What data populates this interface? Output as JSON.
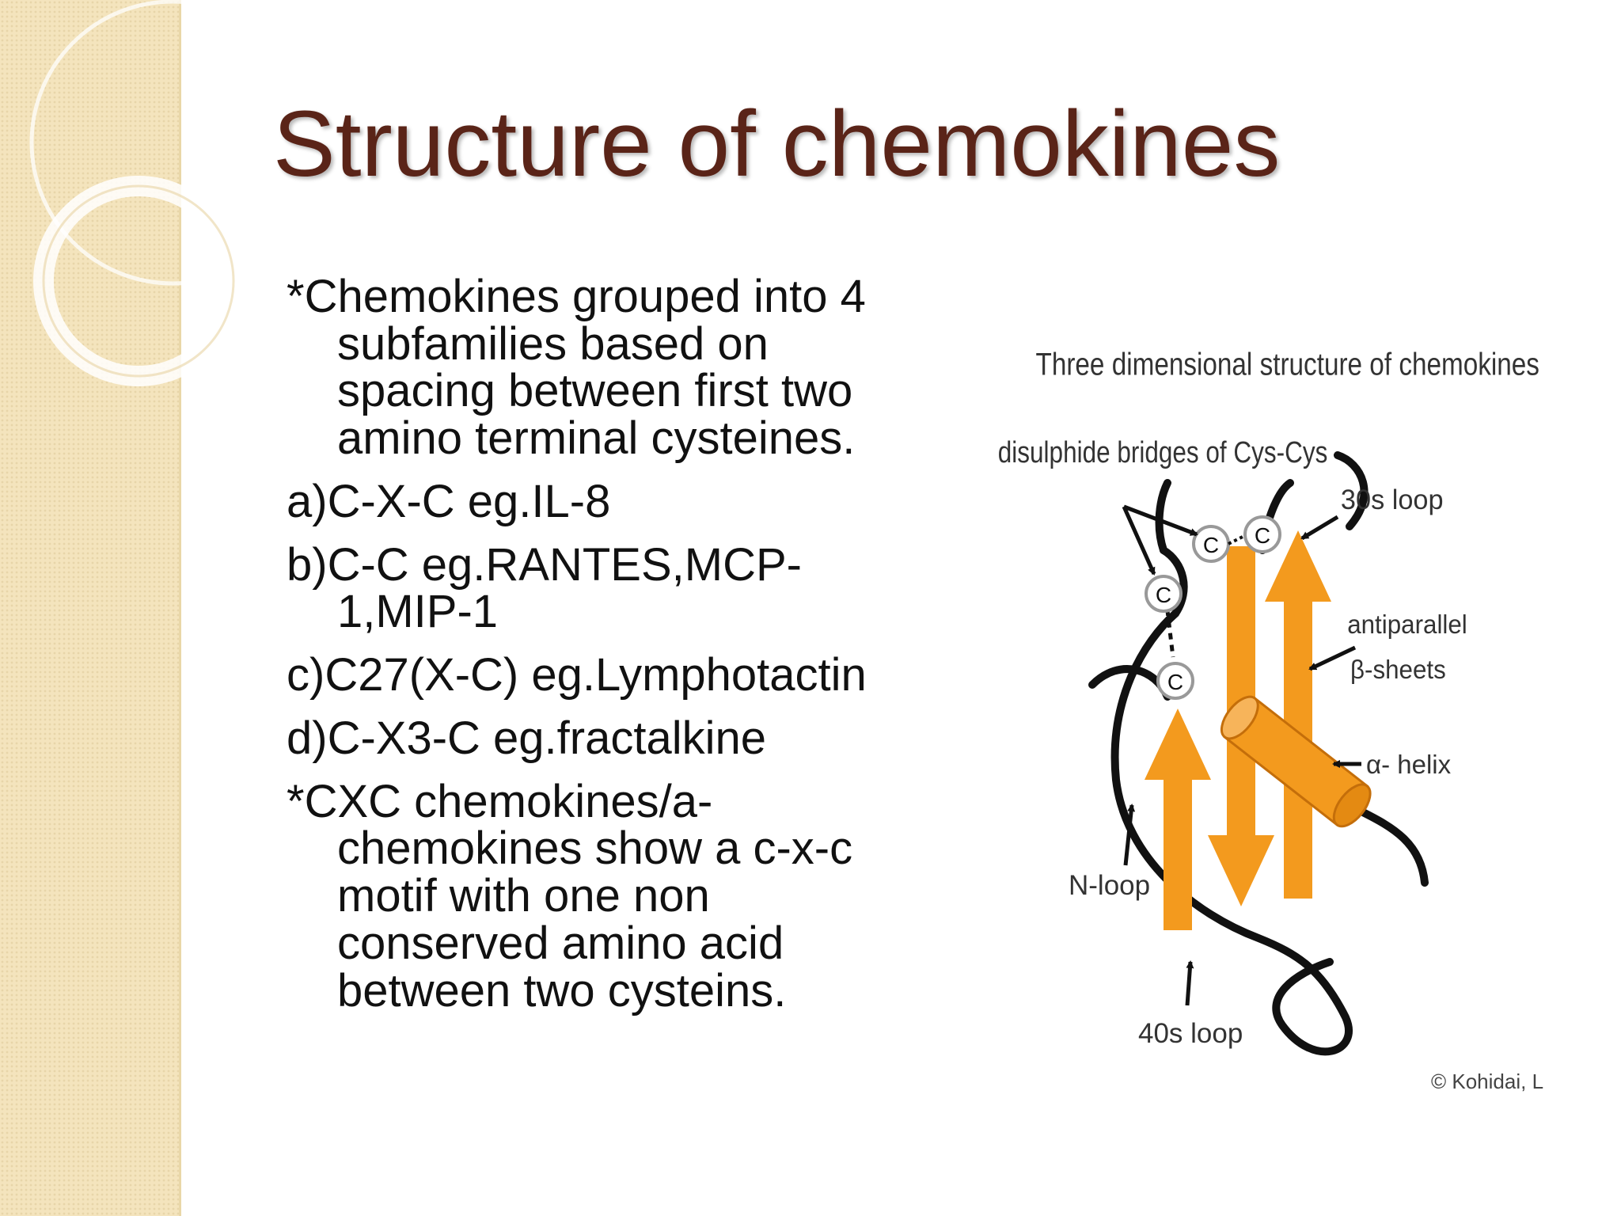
{
  "slide": {
    "title": "Structure of chemokines",
    "paragraphs": [
      "*Chemokines grouped into 4 subfamilies based on spacing between first two amino terminal cysteines.",
      "a)C-X-C eg.IL-8",
      "b)C-C eg.RANTES,MCP-1,MIP-1",
      "c)C27(X-C) eg.Lymphotactin",
      "d)C-X3-C eg.fractalkine",
      "*CXC chemokines/a-chemokines show a c-x-c motif with one non conserved amino acid between two cysteins."
    ]
  },
  "diagram": {
    "title": "Three dimensional structure of chemokines",
    "labels": {
      "disulphide": "disulphide bridges of Cys-Cys",
      "loop30s": "30s loop",
      "antiparallel": "antiparallel",
      "beta_sheets": "β-sheets",
      "alpha_helix": "α- helix",
      "nloop": "N-loop",
      "loop40s": "40s loop",
      "copyright": "© Kohidai, L"
    },
    "cysteine_letter": "C",
    "colors": {
      "strand": "#f39a1e",
      "coil": "#111111"
    }
  },
  "theme": {
    "title_color": "#5a2418",
    "sidebar_color": "#f4e4bd"
  }
}
